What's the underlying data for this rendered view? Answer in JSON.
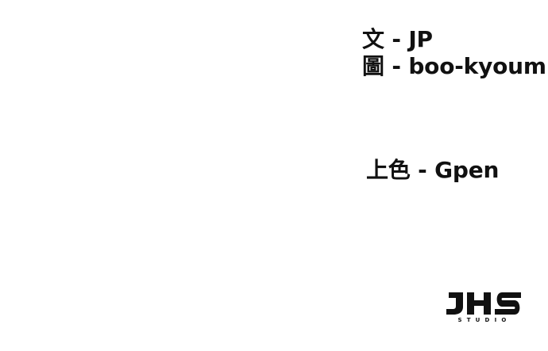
{
  "credits": {
    "writer": "文 - JP",
    "artist": "圖 - boo-kyoum",
    "color": "上色 - Gpen"
  },
  "logo": {
    "name": "JHS",
    "subtitle": "STUDIO"
  }
}
